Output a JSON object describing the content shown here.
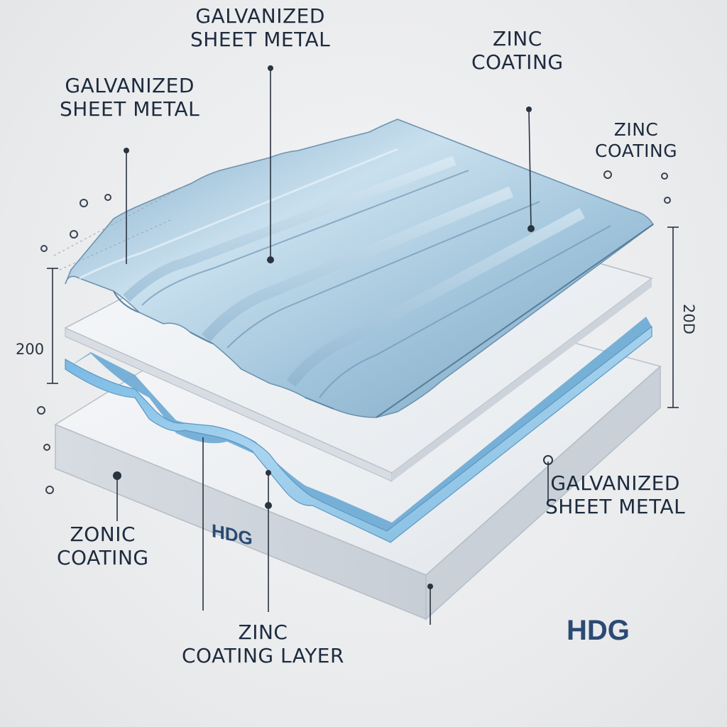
{
  "labels": {
    "top_center": {
      "line1": "GALVANIZED",
      "line2": "SHEET METAL"
    },
    "top_left": {
      "line1": "GALVANIZED",
      "line2": "SHEET METAL"
    },
    "top_right": {
      "line1": "ZINC",
      "line2": "COATING"
    },
    "right_upper": {
      "line1": "ZINC",
      "line2": "COATING"
    },
    "right_lower": {
      "line1": "GALVANIZED",
      "line2": "SHEET METAL"
    },
    "bottom_left": {
      "line1": "ZONIC",
      "line2": "COATING"
    },
    "bottom_center": {
      "line1": "ZINC",
      "line2": "COATING LAYER"
    }
  },
  "badges": {
    "plate_text": "HDG",
    "corner_text": "HDG"
  },
  "dimensions": {
    "left": "200",
    "right": "20D"
  },
  "colors": {
    "text": "#1d2b3e",
    "accent_blue": "#2b4a73",
    "sheet_steel": "#9fc3da",
    "coating_blue": "#7fbde6",
    "base_plate": "#e6eaee"
  }
}
